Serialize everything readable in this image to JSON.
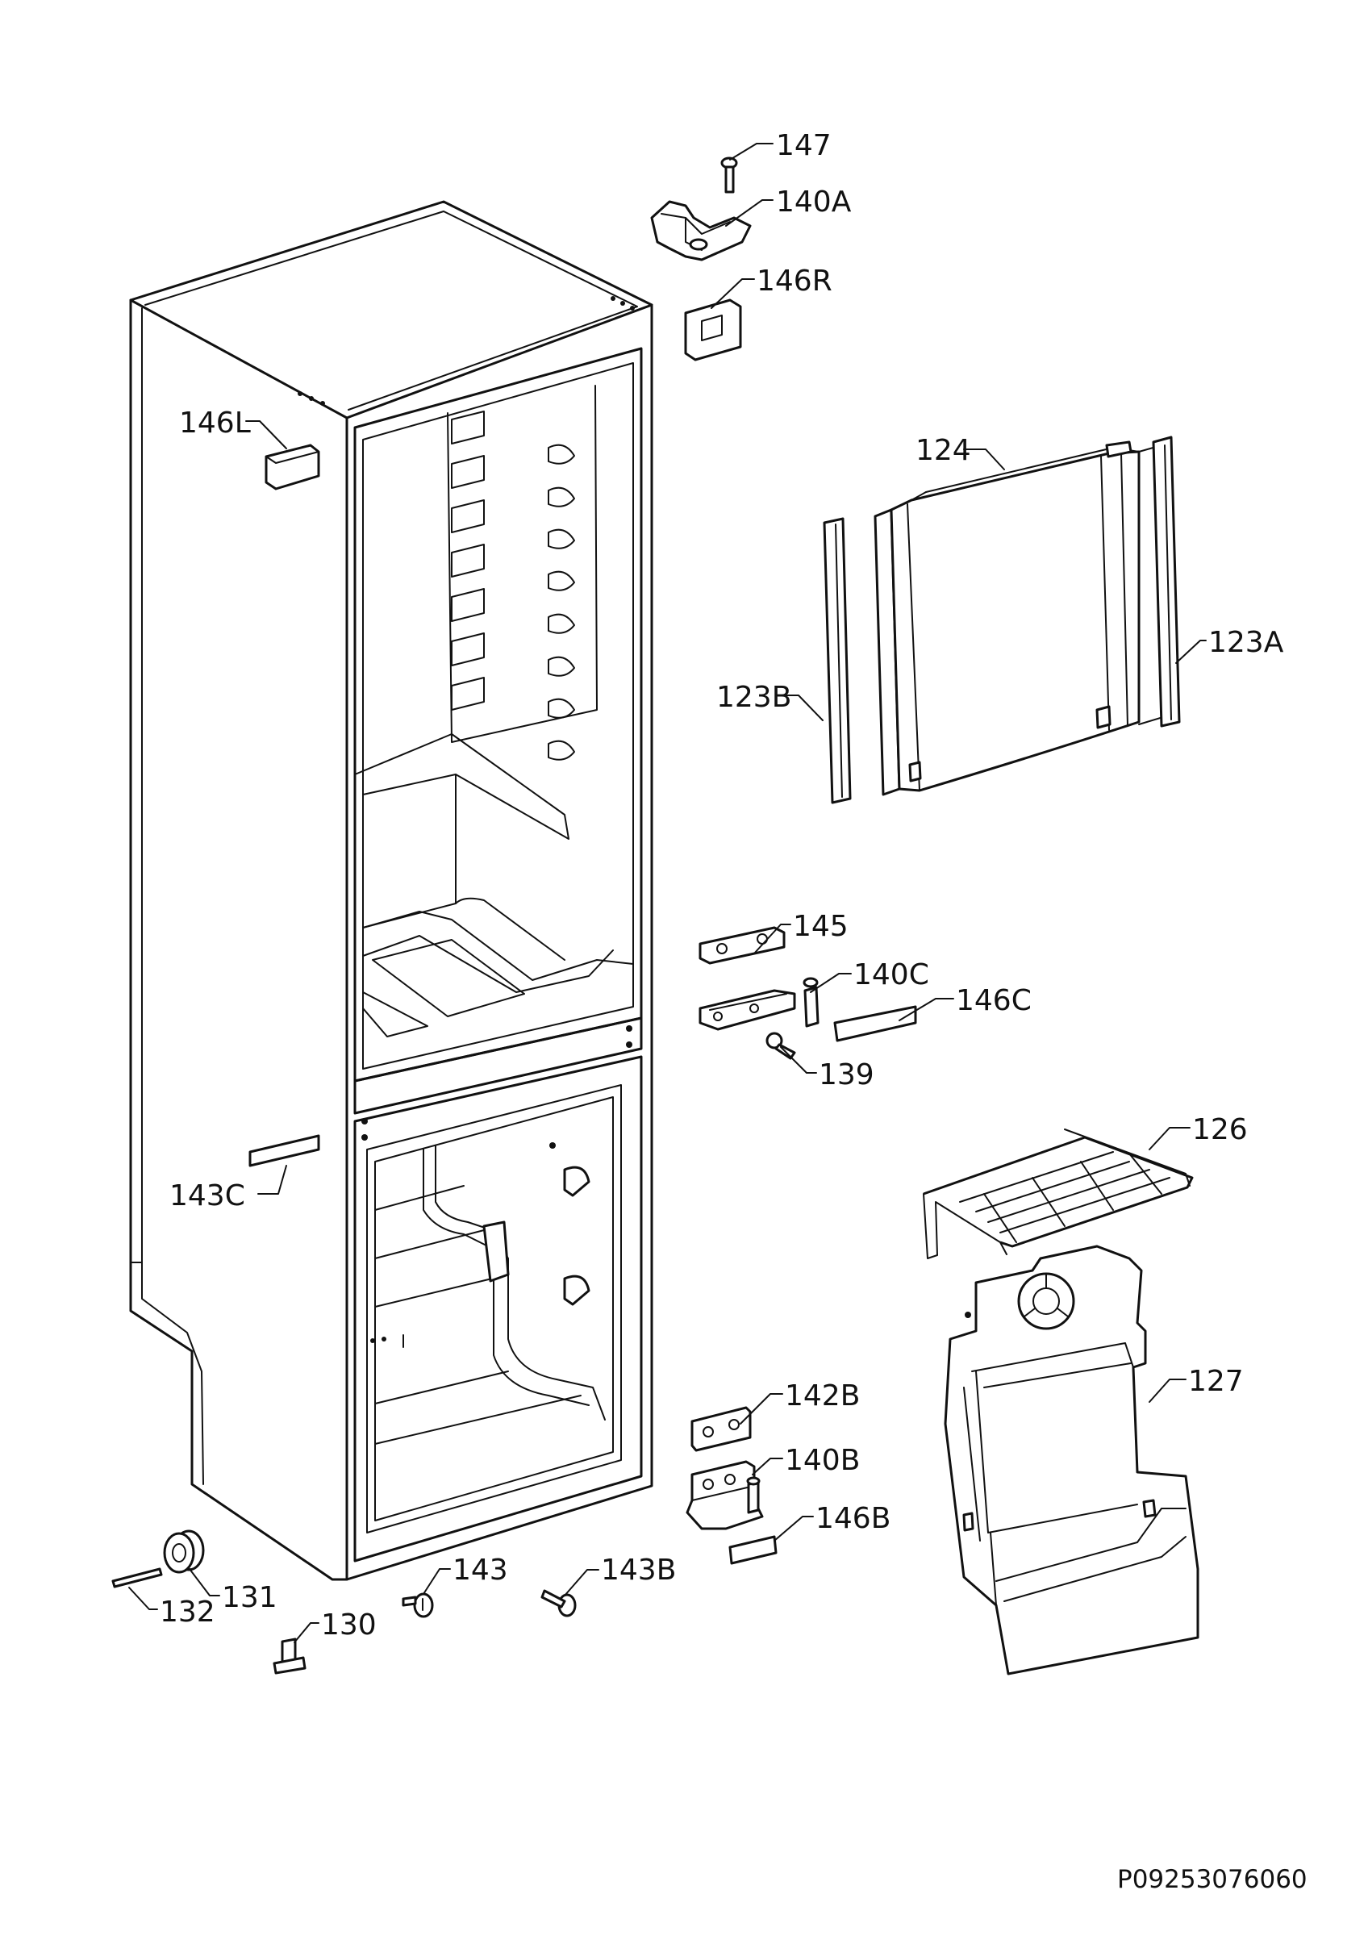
{
  "diagram": {
    "reference_code": "P09253076060",
    "labels": {
      "p147": "147",
      "p140A": "140A",
      "p146R": "146R",
      "p146L": "146L",
      "p124": "124",
      "p123A": "123A",
      "p123B": "123B",
      "p145": "145",
      "p140C": "140C",
      "p146C": "146C",
      "p139": "139",
      "p126": "126",
      "p143C": "143C",
      "p127": "127",
      "p142B": "142B",
      "p140B": "140B",
      "p146B": "146B",
      "p143": "143",
      "p143B": "143B",
      "p131": "131",
      "p132": "132",
      "p130": "130"
    }
  }
}
